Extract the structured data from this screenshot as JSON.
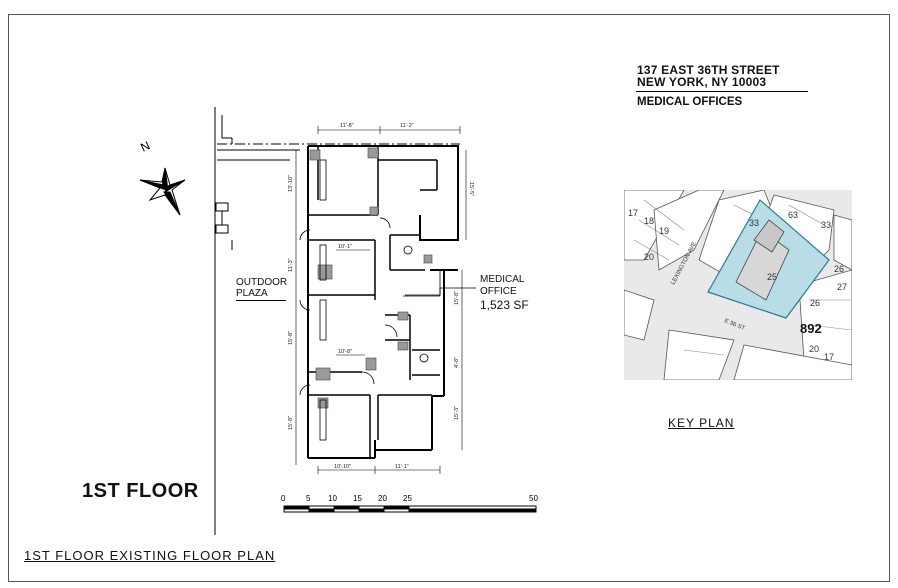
{
  "address": {
    "line1": "137 EAST 36TH STREET",
    "line2": "NEW YORK, NY 10003",
    "use": "MEDICAL OFFICES"
  },
  "plan": {
    "outdoor_line1": "OUTDOOR",
    "outdoor_line2": "PLAZA",
    "medical_line1": "MEDICAL",
    "medical_line2": "OFFICE",
    "area": "1,523 SF",
    "floor_label": "1ST FLOOR",
    "sheet_title": "1ST FLOOR EXISTING FLOOR PLAN",
    "north": "N",
    "dims": {
      "top_left": "11'-8\"",
      "top_right": "11'-2\"",
      "left1": "13'-10\"",
      "left2": "11'-3\"",
      "left3": "15'-8\"",
      "left4": "15'-8\"",
      "right1": "15'-5\"",
      "right2": "15'-8\"",
      "right3": "4'-8\"",
      "right4": "15'-3\"",
      "room1": "10'-1\"",
      "room2": "10'-8\"",
      "bottom_left": "10'-10\"",
      "bottom_right": "11'-1\""
    }
  },
  "scale": {
    "ticks": [
      "0",
      "5",
      "10",
      "15",
      "20",
      "25",
      "50"
    ]
  },
  "key_plan": {
    "label": "KEY PLAN",
    "block": "892",
    "street_lex": "LEXINGTON AVE",
    "street_36": "E 36 ST",
    "lots": [
      "17",
      "18",
      "19",
      "20",
      "63",
      "25",
      "26",
      "27",
      "20",
      "17",
      "26",
      "33",
      "33"
    ],
    "highlight_color": "#b9dde6"
  }
}
